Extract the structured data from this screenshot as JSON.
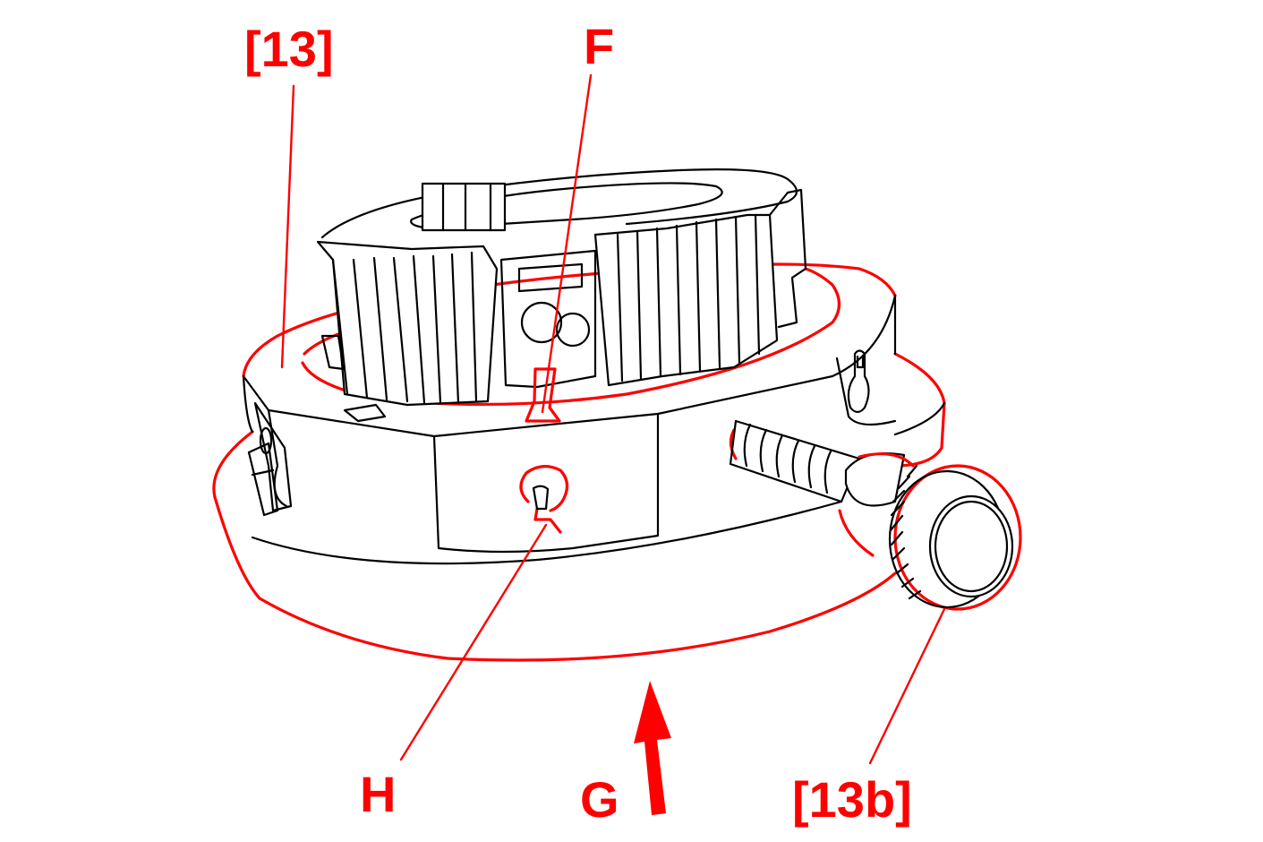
{
  "colors": {
    "highlight": "#ff0000",
    "line": "#000000",
    "background": "#ffffff"
  },
  "callouts": {
    "part_13": "[13]",
    "detail_F": "F",
    "keyhole_H": "H",
    "direction_G": "G",
    "screw_13b": "[13b]"
  },
  "icons": {
    "direction_arrow": "up-arrow-icon"
  }
}
